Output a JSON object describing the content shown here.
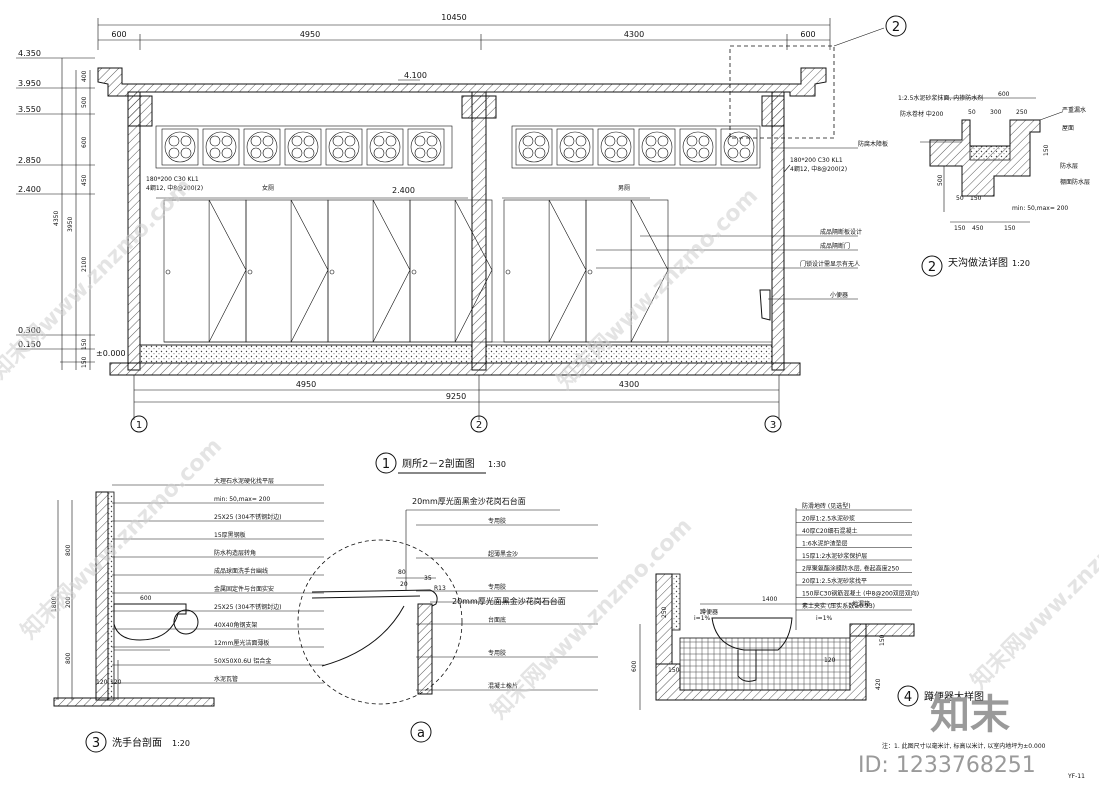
{
  "main_section": {
    "overall_dim": "10450",
    "top_dims": [
      "600",
      "4950",
      "4300",
      "600"
    ],
    "bottom_dims": [
      "4950",
      "4300"
    ],
    "bottom_total": "9250",
    "grid_axes": [
      "1",
      "2",
      "3"
    ],
    "roof_level": "4.100",
    "partition_level": "2.400",
    "floor_level": "±0.000",
    "elevation_marks": [
      "4.350",
      "3.950",
      "3.550",
      "2.850",
      "2.400",
      "0.300",
      "0.150"
    ],
    "left_dims": [
      "400",
      "500",
      "600",
      "450",
      "2100",
      "150",
      "150"
    ],
    "left_totals": [
      "4350",
      "3950"
    ],
    "beam_note_line1": "180*200  C30  KL1",
    "beam_note_line2": "4鋼12, 中8@200(2)",
    "room_left": "女厕",
    "room_right": "男厕",
    "callouts": [
      "防腐木障板",
      "成品隔断板设计",
      "成品隔断门",
      "门锁设计需显示有无人",
      "小便器"
    ],
    "title": "厕所2－2剖面图",
    "scale": "1:30",
    "marker": "1"
  },
  "detail2": {
    "title": "天沟做法详图",
    "scale": "1:20",
    "marker": "2",
    "dims": [
      "600",
      "50",
      "300",
      "250",
      "500",
      "50",
      "150",
      "150",
      "150",
      "450",
      "150"
    ],
    "note": "min: 50,max= 200",
    "note_top": "1:2.5水泥砂浆抹面, 内掺防水剂",
    "note_left": "防水卷材 中200",
    "right_notes": [
      "严重漏水",
      "屋面",
      "防水层",
      "棚面防水层"
    ]
  },
  "detail3": {
    "title": "洗手台剖面",
    "scale": "1:20",
    "marker": "3",
    "dims": [
      "800",
      "200",
      "800",
      "1800",
      "600",
      "120",
      "120"
    ],
    "notes": [
      "大理石水泥硬化找平层",
      "min: 50,max= 200",
      "25X25 (304不锈钢封边)",
      "15厚黑钢板",
      "防水构造层转角",
      "成品球面洗手台幽线",
      "金属固定件与台面实安",
      "25X25 (304不锈钢封边)",
      "40X40角钢支架",
      "12mm厘光洁面薄板",
      "50X50X0.6U 铝合金",
      "水泥瓦管"
    ]
  },
  "detailA": {
    "marker": "a",
    "top_label": "20mm厚光面黑金沙花岗石台面",
    "mid_label": "20mm厚光面黑金沙花岗石台面",
    "dims": [
      "80",
      "35",
      "20",
      "R13"
    ],
    "notes": [
      "专用胶",
      "超薄黑金沙",
      "专用胶",
      "台面底",
      "专用胶",
      "混凝土橡片"
    ]
  },
  "detail4": {
    "title": "蹲便器大样图",
    "marker": "4",
    "toilet_label": "蹲便器",
    "drain_label": "地漏箱",
    "slope_left": "i=1%",
    "slope_right": "i=1%",
    "dims": [
      "1400",
      "150",
      "150",
      "120",
      "420",
      "600",
      "150",
      "250"
    ],
    "notes": [
      "防滑地砖 (见选型)",
      "20厚1:2.5水泥砂浆",
      "40厚C20细石混凝土",
      "1:6水泥炉渣垫层",
      "15厚1:2水泥砂浆保护层",
      "2厚聚氨酯涂膜防水层, 卷起高度250",
      "20厚1:2.5水泥砂浆找平",
      "150厚C30钢筋混凝土 (中8@200双层双向)",
      "素土夹实 (压实系数≥0.93)"
    ],
    "footnote": "注：1. 此图尺寸以毫米计, 标高以米计, 以室内地坪为±0.000"
  },
  "watermark_text": "知末网www.znzmo.com",
  "brand_logo": "知末",
  "image_id": "ID: 1233768251",
  "sheet_no": "YF-11"
}
